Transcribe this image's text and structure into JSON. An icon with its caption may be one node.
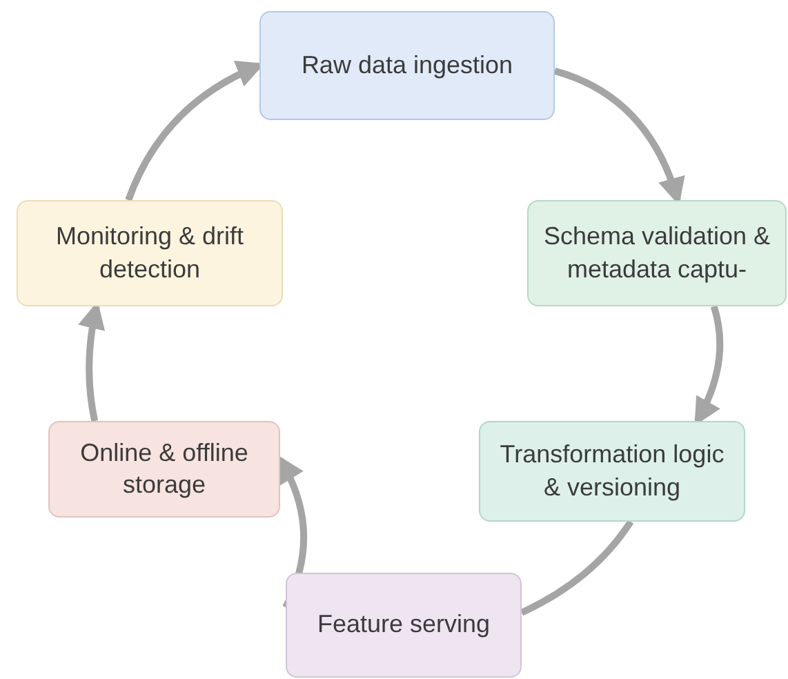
{
  "diagram": {
    "nodes": [
      {
        "text": [
          "Raw data ingestion"
        ]
      },
      {
        "text": [
          "Schema validation & metadata captu-"
        ]
      },
      {
        "text": [
          "Transformation logic & versioning"
        ]
      },
      {
        "text": [
          "Feature serving"
        ]
      },
      {
        "text": [
          "Online & offline storage"
        ]
      },
      {
        "text": [
          "Monitoring & drift detection"
        ]
      }
    ],
    "edges": [
      {
        "from": 0,
        "to": 1,
        "arrow": "to"
      },
      {
        "from": 1,
        "to": 2,
        "arrow": "to"
      },
      {
        "from": 2,
        "to": 3,
        "arrow": "none"
      },
      {
        "from": 3,
        "to": 4,
        "arrow": "to"
      },
      {
        "from": 4,
        "to": 5,
        "arrow": "to"
      },
      {
        "from": 5,
        "to": 0,
        "arrow": "to"
      }
    ]
  }
}
